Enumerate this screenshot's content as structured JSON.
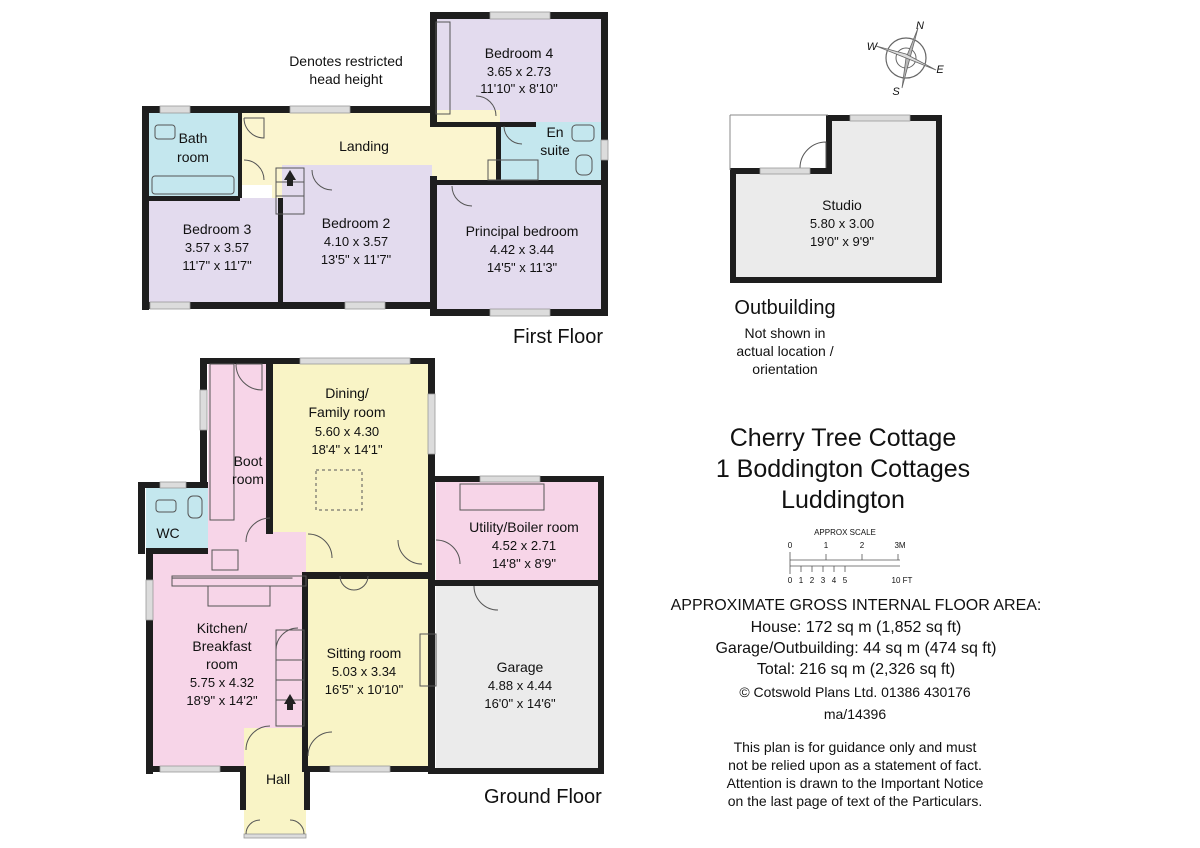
{
  "colors": {
    "bedroom": "#e3dbee",
    "landing": "#fbf5cf",
    "bathroom": "#c4e7ee",
    "living": "#f9f4c6",
    "kitchen": "#f7d5e8",
    "utility": "#f7d5e8",
    "garage": "#ebebeb",
    "studio": "#ebebeb",
    "wall": "#1e1e1e"
  },
  "first_floor": {
    "label": "First Floor",
    "note_line1": "Denotes restricted",
    "note_line2": "head height",
    "rooms": {
      "bedroom4": {
        "name": "Bedroom 4",
        "metric": "3.65 x 2.73",
        "imperial": "11'10\" x 8'10\""
      },
      "bathroom": {
        "name_line1": "Bath",
        "name_line2": "room"
      },
      "landing": {
        "name": "Landing"
      },
      "ensuite": {
        "name_line1": "En",
        "name_line2": "suite"
      },
      "bedroom3": {
        "name": "Bedroom 3",
        "metric": "3.57 x 3.57",
        "imperial": "11'7\" x 11'7\""
      },
      "bedroom2": {
        "name": "Bedroom 2",
        "metric": "4.10 x 3.57",
        "imperial": "13'5\" x 11'7\""
      },
      "principal": {
        "name": "Principal bedroom",
        "metric": "4.42 x 3.44",
        "imperial": "14'5\" x 11'3\""
      }
    }
  },
  "ground_floor": {
    "label": "Ground Floor",
    "rooms": {
      "dining": {
        "name_line1": "Dining/",
        "name_line2": "Family room",
        "metric": "5.60 x 4.30",
        "imperial": "18'4\" x 14'1\""
      },
      "boot": {
        "name_line1": "Boot",
        "name_line2": "room"
      },
      "wc": {
        "name": "WC"
      },
      "utility": {
        "name": "Utility/Boiler room",
        "metric": "4.52 x 2.71",
        "imperial": "14'8\" x 8'9\""
      },
      "kitchen": {
        "name_line1": "Kitchen/",
        "name_line2": "Breakfast",
        "name_line3": "room",
        "metric": "5.75 x 4.32",
        "imperial": "18'9\" x 14'2\""
      },
      "sitting": {
        "name": "Sitting room",
        "metric": "5.03 x 3.34",
        "imperial": "16'5\" x 10'10\""
      },
      "garage": {
        "name": "Garage",
        "metric": "4.88 x 4.44",
        "imperial": "16'0\" x 14'6\""
      },
      "hall": {
        "name": "Hall"
      }
    }
  },
  "outbuilding": {
    "studio": {
      "name": "Studio",
      "metric": "5.80 x 3.00",
      "imperial": "19'0\" x 9'9\""
    },
    "label": "Outbuilding",
    "note_line1": "Not shown in",
    "note_line2": "actual location /",
    "note_line3": "orientation"
  },
  "compass": {
    "n": "N",
    "e": "E",
    "s": "S",
    "w": "W"
  },
  "property": {
    "line1": "Cherry Tree Cottage",
    "line2": "1 Boddington Cottages",
    "line3": "Luddington"
  },
  "scale": {
    "title": "APPROX SCALE",
    "metric_ticks": [
      "0",
      "1",
      "2",
      "3M"
    ],
    "feet_ticks": [
      "0",
      "1",
      "2",
      "3",
      "4",
      "5",
      "10 FT"
    ]
  },
  "areas": {
    "heading": "APPROXIMATE GROSS INTERNAL FLOOR AREA:",
    "house": "House: 172 sq m (1,852 sq ft)",
    "garage": "Garage/Outbuilding: 44 sq m (474 sq ft)",
    "total": "Total: 216 sq m (2,326 sq ft)"
  },
  "credit": {
    "copyright": "© Cotswold Plans Ltd. 01386 430176",
    "reference": "ma/14396"
  },
  "disclaimer": {
    "line1": "This plan is for guidance only and must",
    "line2": "not be relied upon as a statement of fact.",
    "line3": "Attention is drawn to the Important Notice",
    "line4": "on the last page of text of the Particulars."
  }
}
